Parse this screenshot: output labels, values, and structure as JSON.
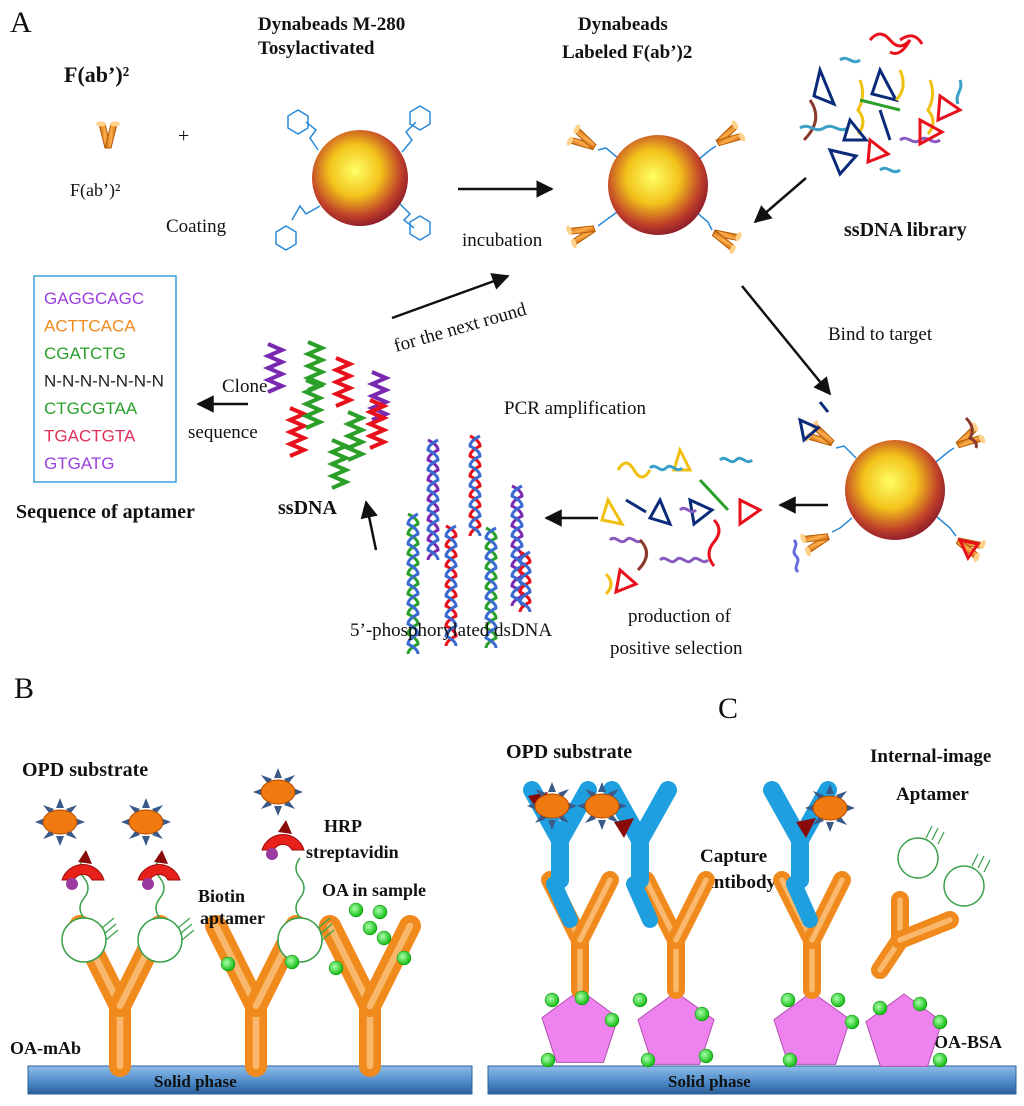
{
  "panels": {
    "a": "A",
    "b": "B",
    "c": "C"
  },
  "panel_a": {
    "fab_bold": "F(ab’)²",
    "fab_small": "F(ab’)²",
    "plus": "+",
    "coating": "Coating",
    "dynabeads_tosyl_line1": "Dynabeads M-280",
    "dynabeads_tosyl_line2": "Tosylactivated",
    "dynabeads_labeled_line1": "Dynabeads",
    "dynabeads_labeled_line2": "Labeled F(ab’)2",
    "ssdna_library": "ssDNA library",
    "incubation": "incubation",
    "next_round": "for  the next round",
    "bind_to_target": "Bind to target",
    "pcr": "PCR amplification",
    "positive_line1": "production of",
    "positive_line2": "positive selection",
    "dsdna": "5’-phosphorylated  dsDNA",
    "ssdna": "ssDNA",
    "clone_line1": "Clone",
    "clone_line2": "sequence",
    "sequence_title": "Sequence of aptamer",
    "sequence_lines": [
      {
        "text": "GAGGCAGC",
        "color": "#9b3fe0"
      },
      {
        "text": "ACTTCACA",
        "color": "#f08a1c"
      },
      {
        "text": "CGATCTG",
        "color": "#2aa02a"
      },
      {
        "text": "N-N-N-N-N-N-N",
        "color": "#222222"
      },
      {
        "text": "CTGCGTAA",
        "color": "#2aa02a"
      },
      {
        "text": "TGACTGTA",
        "color": "#e0305a"
      },
      {
        "text": "GTGATG",
        "color": "#9b3fe0"
      }
    ]
  },
  "panel_b": {
    "opd": "OPD  substrate",
    "hrp_line1": "HRP",
    "hrp_line2": "streptavidin",
    "biotin_line1": "Biotin",
    "biotin_line2": "aptamer",
    "oa_sample": "OA in sample",
    "oa_mab": "OA-mAb",
    "solid": "Solid   phase"
  },
  "panel_c": {
    "opd": "OPD  substrate",
    "internal_line1": "Internal-image",
    "internal_line2": "Aptamer",
    "capture_line1": "Capture",
    "capture_line2": "Antibody",
    "oa_bsa": "OA-BSA",
    "solid": "Solid   phase"
  },
  "colors": {
    "antibody": "#f08a1c",
    "bead_core": "#ffee22",
    "bead_rim": "#8b1a2a",
    "solid_phase": "#5b9bd5",
    "capture_antibody": "#1ea0e0",
    "oa_hapten": "#22dd22",
    "bsa": "#ee82ee",
    "hrp": "#e8201a",
    "opd": "#f07a10"
  }
}
